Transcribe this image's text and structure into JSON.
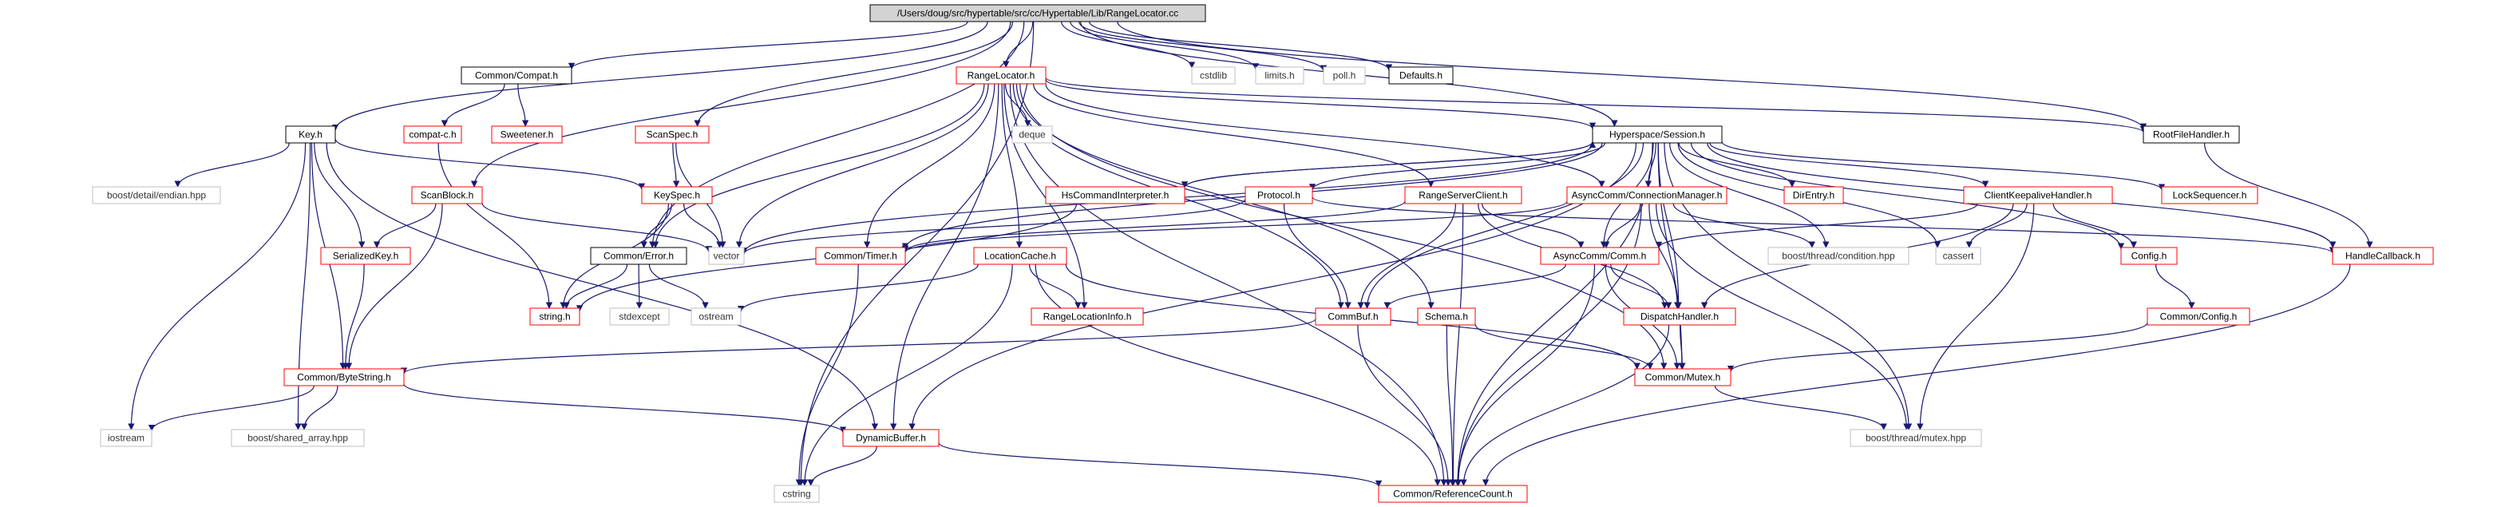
{
  "graph": {
    "colors": {
      "edge": "#191970",
      "root_fill": "#d3d3d3",
      "documented_border": "#000000",
      "undocumented_border": "#ff0000",
      "external_border": "#bfbfbf"
    },
    "nodes": [
      {
        "id": "root",
        "label": "/Users/doug/src/hypertable/src/cc/Hypertable/Lib/RangeLocator.cc",
        "style": "gray"
      },
      {
        "id": "compat",
        "label": "Common/Compat.h",
        "style": "black"
      },
      {
        "id": "rangelocator",
        "label": "RangeLocator.h",
        "style": "red"
      },
      {
        "id": "cstdlib",
        "label": "cstdlib",
        "style": "plain"
      },
      {
        "id": "limits",
        "label": "limits.h",
        "style": "plain"
      },
      {
        "id": "poll",
        "label": "poll.h",
        "style": "plain"
      },
      {
        "id": "defaults",
        "label": "Defaults.h",
        "style": "black"
      },
      {
        "id": "key",
        "label": "Key.h",
        "style": "black"
      },
      {
        "id": "compatc",
        "label": "compat-c.h",
        "style": "red"
      },
      {
        "id": "sweetener",
        "label": "Sweetener.h",
        "style": "red"
      },
      {
        "id": "scanspec",
        "label": "ScanSpec.h",
        "style": "red"
      },
      {
        "id": "deque",
        "label": "deque",
        "style": "plain"
      },
      {
        "id": "hyperspace",
        "label": "Hyperspace/Session.h",
        "style": "black"
      },
      {
        "id": "rootfile",
        "label": "RootFileHandler.h",
        "style": "black"
      },
      {
        "id": "endian",
        "label": "boost/detail/endian.hpp",
        "style": "plain"
      },
      {
        "id": "scanblock",
        "label": "ScanBlock.h",
        "style": "red"
      },
      {
        "id": "keyspec",
        "label": "KeySpec.h",
        "style": "red"
      },
      {
        "id": "hscmd",
        "label": "HsCommandInterpreter.h",
        "style": "red"
      },
      {
        "id": "protocol",
        "label": "Protocol.h",
        "style": "red"
      },
      {
        "id": "rsclient",
        "label": "RangeServerClient.h",
        "style": "red"
      },
      {
        "id": "connmgr",
        "label": "AsyncComm/ConnectionManager.h",
        "style": "red"
      },
      {
        "id": "direntry",
        "label": "DirEntry.h",
        "style": "red"
      },
      {
        "id": "clientka",
        "label": "ClientKeepaliveHandler.h",
        "style": "red"
      },
      {
        "id": "locksequencer",
        "label": "LockSequencer.h",
        "style": "red"
      },
      {
        "id": "serializedkey",
        "label": "SerializedKey.h",
        "style": "red"
      },
      {
        "id": "vector",
        "label": "vector",
        "style": "plain"
      },
      {
        "id": "error",
        "label": "Common/Error.h",
        "style": "black"
      },
      {
        "id": "timer",
        "label": "Common/Timer.h",
        "style": "red"
      },
      {
        "id": "loccache",
        "label": "LocationCache.h",
        "style": "red"
      },
      {
        "id": "condition",
        "label": "boost/thread/condition.hpp",
        "style": "plain"
      },
      {
        "id": "asynccomm",
        "label": "AsyncComm/Comm.h",
        "style": "red"
      },
      {
        "id": "cassert",
        "label": "cassert",
        "style": "plain"
      },
      {
        "id": "config",
        "label": "Config.h",
        "style": "red"
      },
      {
        "id": "handlecb",
        "label": "HandleCallback.h",
        "style": "red"
      },
      {
        "id": "stringh",
        "label": "string.h",
        "style": "red"
      },
      {
        "id": "stdexcept",
        "label": "stdexcept",
        "style": "plain"
      },
      {
        "id": "ostream",
        "label": "ostream",
        "style": "plain"
      },
      {
        "id": "rangelocinfo",
        "label": "RangeLocationInfo.h",
        "style": "red"
      },
      {
        "id": "commbuf",
        "label": "CommBuf.h",
        "style": "red"
      },
      {
        "id": "schema",
        "label": "Schema.h",
        "style": "red"
      },
      {
        "id": "dispatch",
        "label": "DispatchHandler.h",
        "style": "red"
      },
      {
        "id": "commonconfig",
        "label": "Common/Config.h",
        "style": "red"
      },
      {
        "id": "bytestring",
        "label": "Common/ByteString.h",
        "style": "red"
      },
      {
        "id": "mutex",
        "label": "Common/Mutex.h",
        "style": "red"
      },
      {
        "id": "iostream",
        "label": "iostream",
        "style": "plain"
      },
      {
        "id": "sharedarray",
        "label": "boost/shared_array.hpp",
        "style": "plain"
      },
      {
        "id": "dynbuf",
        "label": "DynamicBuffer.h",
        "style": "red"
      },
      {
        "id": "boostmutex",
        "label": "boost/thread/mutex.hpp",
        "style": "plain"
      },
      {
        "id": "cstring",
        "label": "cstring",
        "style": "plain"
      },
      {
        "id": "refcount",
        "label": "Common/ReferenceCount.h",
        "style": "red"
      }
    ],
    "edges": [
      [
        "root",
        "compat"
      ],
      [
        "root",
        "rangelocator"
      ],
      [
        "root",
        "cstdlib"
      ],
      [
        "root",
        "limits"
      ],
      [
        "root",
        "poll"
      ],
      [
        "root",
        "defaults"
      ],
      [
        "root",
        "key"
      ],
      [
        "root",
        "scanspec"
      ],
      [
        "root",
        "hyperspace"
      ],
      [
        "root",
        "rootfile"
      ],
      [
        "root",
        "scanblock"
      ],
      [
        "root",
        "error"
      ],
      [
        "root",
        "cstring"
      ],
      [
        "compat",
        "compatc"
      ],
      [
        "compat",
        "sweetener"
      ],
      [
        "compatc",
        "stringh"
      ],
      [
        "rangelocator",
        "deque"
      ],
      [
        "rangelocator",
        "hyperspace"
      ],
      [
        "rangelocator",
        "rootfile"
      ],
      [
        "rangelocator",
        "rsclient"
      ],
      [
        "rangelocator",
        "loccache"
      ],
      [
        "rangelocator",
        "timer"
      ],
      [
        "rangelocator",
        "error"
      ],
      [
        "rangelocator",
        "schema"
      ],
      [
        "rangelocator",
        "refcount"
      ],
      [
        "rangelocator",
        "mutex"
      ],
      [
        "rangelocator",
        "connmgr"
      ],
      [
        "rangelocator",
        "vector"
      ],
      [
        "rangelocator",
        "rangelocinfo"
      ],
      [
        "rangelocator",
        "commbuf"
      ],
      [
        "rangelocator",
        "dynbuf"
      ],
      [
        "key",
        "endian"
      ],
      [
        "key",
        "iostream"
      ],
      [
        "key",
        "serializedkey"
      ],
      [
        "key",
        "bytestring"
      ],
      [
        "key",
        "sharedarray"
      ],
      [
        "key",
        "keyspec"
      ],
      [
        "key",
        "dynbuf"
      ],
      [
        "scanspec",
        "keyspec"
      ],
      [
        "scanspec",
        "vector"
      ],
      [
        "keyspec",
        "error"
      ],
      [
        "keyspec",
        "stringh"
      ],
      [
        "keyspec",
        "vector"
      ],
      [
        "scanblock",
        "serializedkey"
      ],
      [
        "scanblock",
        "bytestring"
      ],
      [
        "scanblock",
        "vector"
      ],
      [
        "serializedkey",
        "bytestring"
      ],
      [
        "hyperspace",
        "hscmd"
      ],
      [
        "hyperspace",
        "protocol"
      ],
      [
        "hyperspace",
        "connmgr"
      ],
      [
        "hyperspace",
        "direntry"
      ],
      [
        "hyperspace",
        "clientka"
      ],
      [
        "hyperspace",
        "locksequencer"
      ],
      [
        "hyperspace",
        "config"
      ],
      [
        "hyperspace",
        "handlecb"
      ],
      [
        "hyperspace",
        "commbuf"
      ],
      [
        "hyperspace",
        "asynccomm"
      ],
      [
        "hyperspace",
        "dispatch"
      ],
      [
        "hyperspace",
        "refcount"
      ],
      [
        "hyperspace",
        "condition"
      ],
      [
        "hyperspace",
        "cassert"
      ],
      [
        "hyperspace",
        "vector"
      ],
      [
        "hyperspace",
        "timer"
      ],
      [
        "hyperspace",
        "dynbuf"
      ],
      [
        "hyperspace",
        "boostmutex"
      ],
      [
        "hyperspace",
        "mutex"
      ],
      [
        "rootfile",
        "handlecb"
      ],
      [
        "hscmd",
        "stringh"
      ],
      [
        "hscmd",
        "hyperspace"
      ],
      [
        "protocol",
        "commbuf"
      ],
      [
        "protocol",
        "vector"
      ],
      [
        "protocol",
        "handlecb"
      ],
      [
        "rsclient",
        "asynccomm"
      ],
      [
        "rsclient",
        "commbuf"
      ],
      [
        "rsclient",
        "dispatch"
      ],
      [
        "rsclient",
        "refcount"
      ],
      [
        "rsclient",
        "timer"
      ],
      [
        "connmgr",
        "asynccomm"
      ],
      [
        "connmgr",
        "dispatch"
      ],
      [
        "connmgr",
        "condition"
      ],
      [
        "connmgr",
        "boostmutex"
      ],
      [
        "connmgr",
        "refcount"
      ],
      [
        "connmgr",
        "timer"
      ],
      [
        "clientka",
        "asynccomm"
      ],
      [
        "clientka",
        "cassert"
      ],
      [
        "clientka",
        "config"
      ],
      [
        "clientka",
        "dispatch"
      ],
      [
        "clientka",
        "boostmutex"
      ],
      [
        "error",
        "stringh"
      ],
      [
        "error",
        "stdexcept"
      ],
      [
        "error",
        "ostream"
      ],
      [
        "timer",
        "cstring"
      ],
      [
        "loccache",
        "rangelocinfo"
      ],
      [
        "loccache",
        "ostream"
      ],
      [
        "loccache",
        "cstring"
      ],
      [
        "loccache",
        "mutex"
      ],
      [
        "loccache",
        "refcount"
      ],
      [
        "asynccomm",
        "commbuf"
      ],
      [
        "asynccomm",
        "dispatch"
      ],
      [
        "asynccomm",
        "mutex"
      ],
      [
        "asynccomm",
        "refcount"
      ],
      [
        "config",
        "commonconfig"
      ],
      [
        "commonconfig",
        "mutex"
      ],
      [
        "handlecb",
        "refcount"
      ],
      [
        "commbuf",
        "bytestring"
      ],
      [
        "commbuf",
        "refcount"
      ],
      [
        "schema",
        "mutex"
      ],
      [
        "schema",
        "refcount"
      ],
      [
        "dispatch",
        "mutex"
      ],
      [
        "dispatch",
        "refcount"
      ],
      [
        "bytestring",
        "iostream"
      ],
      [
        "bytestring",
        "sharedarray"
      ],
      [
        "bytestring",
        "dynbuf"
      ],
      [
        "mutex",
        "boostmutex"
      ],
      [
        "dynbuf",
        "cstring"
      ],
      [
        "dynbuf",
        "refcount"
      ]
    ]
  }
}
